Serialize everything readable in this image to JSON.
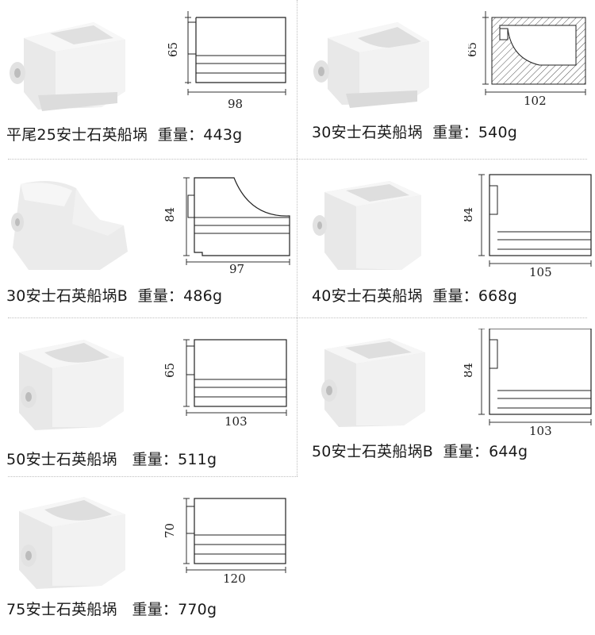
{
  "products": [
    {
      "name": "平尾25安士石英船埚",
      "weight_label": "重量：",
      "weight": "443g",
      "height_dim": "65",
      "width_dim": "98"
    },
    {
      "name": "30安士石英船埚",
      "weight_label": "重量：",
      "weight": "540g",
      "height_dim": "65",
      "width_dim": "102"
    },
    {
      "name": "30安士石英船埚B",
      "weight_label": "重量：",
      "weight": "486g",
      "height_dim": "84",
      "width_dim": "97"
    },
    {
      "name": "40安士石英船埚",
      "weight_label": "重量：",
      "weight": "668g",
      "height_dim": "84",
      "width_dim": "105"
    },
    {
      "name": "50安士石英船埚",
      "weight_label": "重量：",
      "weight": "511g",
      "height_dim": "65",
      "width_dim": "103"
    },
    {
      "name": "50安士石英船埚B",
      "weight_label": "重量：",
      "weight": "644g",
      "height_dim": "84",
      "width_dim": "103"
    },
    {
      "name": "75安士石英船埚",
      "weight_label": "重量：",
      "weight": "770g",
      "height_dim": "70",
      "width_dim": "120"
    }
  ]
}
